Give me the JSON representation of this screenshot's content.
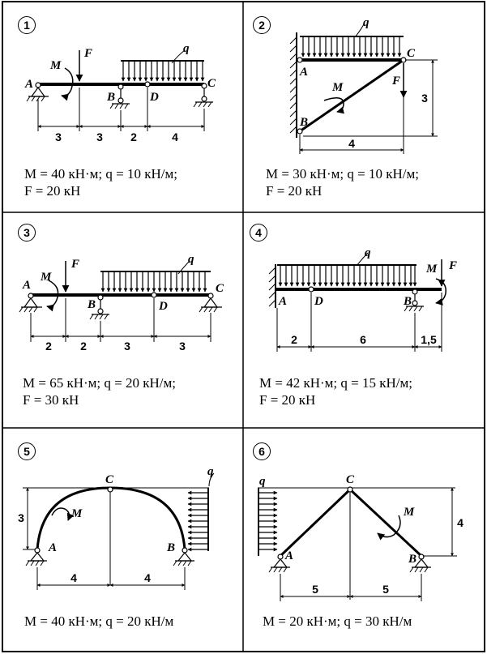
{
  "problems": [
    {
      "number": "1",
      "line1": "M = 40 кН·м; q = 10 кН/м;",
      "line2": "F = 20 кН",
      "labels": {
        "M": "M",
        "F": "F",
        "q": "q",
        "A": "A",
        "B": "B",
        "C": "C",
        "D": "D"
      },
      "dims": [
        "3",
        "3",
        "2",
        "4"
      ]
    },
    {
      "number": "2",
      "line1": "M = 30 кН·м; q = 10 кН/м;",
      "line2": "F = 20 кН",
      "labels": {
        "M": "M",
        "F": "F",
        "q": "q",
        "A": "A",
        "B": "B",
        "C": "C"
      },
      "dims": [
        "4",
        "3"
      ]
    },
    {
      "number": "3",
      "line1": "M = 65 кН·м; q = 20 кН/м;",
      "line2": "F = 30 кН",
      "labels": {
        "M": "M",
        "F": "F",
        "q": "q",
        "A": "A",
        "B": "B",
        "C": "C",
        "D": "D"
      },
      "dims": [
        "2",
        "2",
        "3",
        "3"
      ]
    },
    {
      "number": "4",
      "line1": "M = 42 кН·м; q = 15 кН/м;",
      "line2": "F = 20 кН",
      "labels": {
        "M": "M",
        "F": "F",
        "q": "q",
        "A": "A",
        "B": "B",
        "D": "D"
      },
      "dims": [
        "2",
        "6",
        "1,5"
      ]
    },
    {
      "number": "5",
      "line1": "M = 40 кН·м; q = 20 кН/м",
      "line2": "",
      "labels": {
        "M": "M",
        "q": "q",
        "A": "A",
        "B": "B",
        "C": "C"
      },
      "dims": [
        "3",
        "4",
        "4"
      ]
    },
    {
      "number": "6",
      "line1": "M = 20 кН·м; q = 30 кН/м",
      "line2": "",
      "labels": {
        "M": "M",
        "q": "q",
        "A": "A",
        "B": "B",
        "C": "C"
      },
      "dims": [
        "4",
        "5",
        "5"
      ]
    }
  ]
}
